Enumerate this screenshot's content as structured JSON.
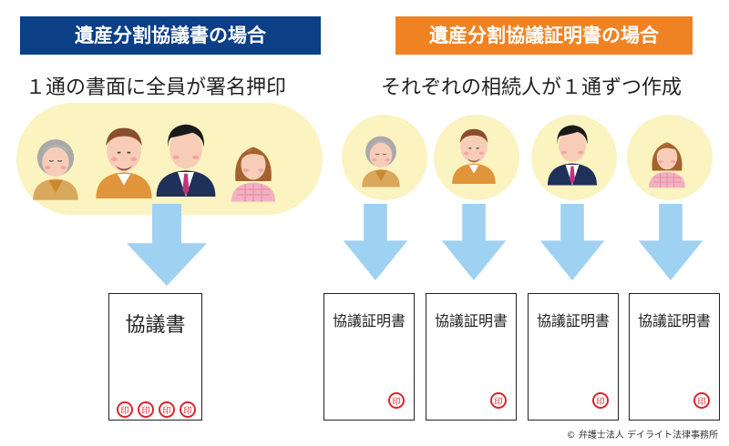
{
  "left": {
    "title": "遺産分割協議書の場合",
    "subtitle": "１通の書面に全員が署名押印",
    "document_title": "協議書",
    "seals": [
      "印",
      "印",
      "印",
      "印"
    ]
  },
  "right": {
    "title": "遺産分割協議証明書の場合",
    "subtitle": "それぞれの相続人が１通ずつ作成",
    "document_title": "協議証明書",
    "seal": "印"
  },
  "people": [
    "grandmother",
    "father",
    "businessman",
    "girl"
  ],
  "colors": {
    "left_header": "#0b3f86",
    "right_header": "#ef8324",
    "arrow": "#9fd1f2",
    "seal": "#d8262c",
    "bubble": "#fbf3c0"
  },
  "credit": "© 弁護士法人 デイライト法律事務所"
}
